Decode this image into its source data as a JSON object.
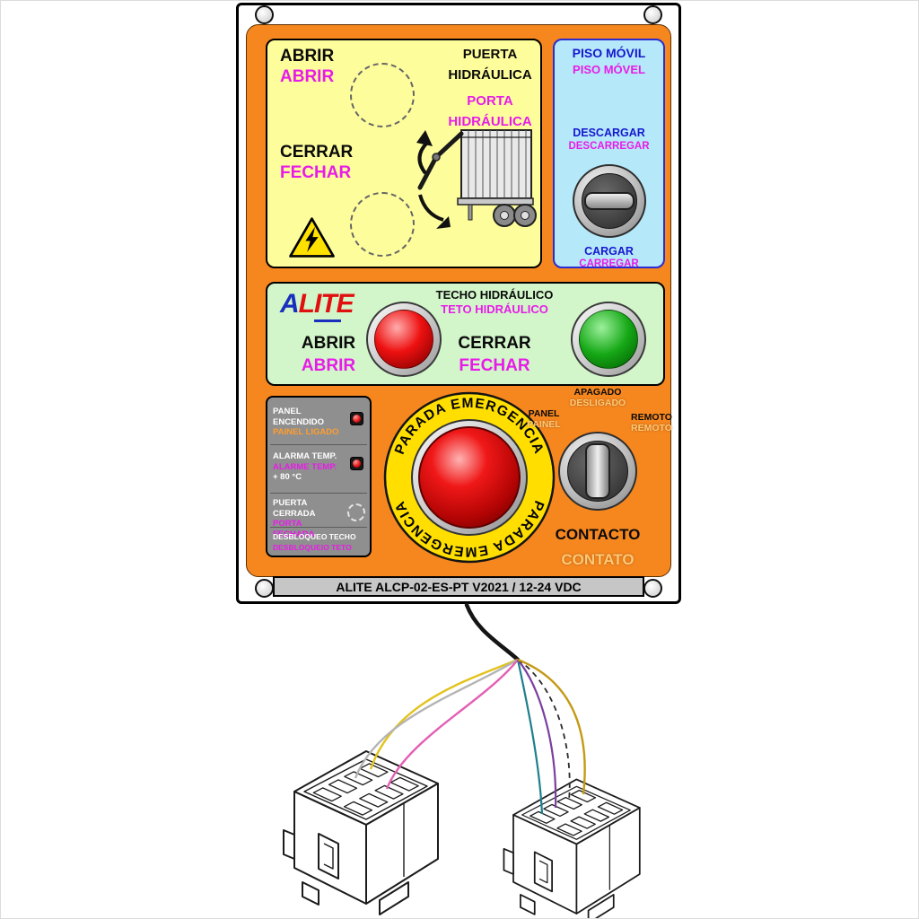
{
  "colors": {
    "panel_orange": "#F6871F",
    "door_box_yellow": "#FEFD9C",
    "floor_box_blue": "#B5E9F9",
    "roof_box_green": "#D2F6CA",
    "indicator_panel_gray": "#8F8F8F",
    "accent_magenta": "#E81CE8",
    "accent_blue": "#1717CF",
    "pt_orange": "#FF9D2E",
    "emergency_yellow": "#FFDE00",
    "stop_button_red": "#D80E0E",
    "go_button_green": "#16A816"
  },
  "panel": {
    "door": {
      "open_es": "ABRIR",
      "open_pt": "ABRIR",
      "close_es": "CERRAR",
      "close_pt": "FECHAR",
      "title_es_line1": "PUERTA",
      "title_es_line2": "HIDRÁULICA",
      "title_pt_line1": "PORTA",
      "title_pt_line2": "HIDRÁULICA"
    },
    "floor": {
      "title_es": "PISO MÓVIL",
      "title_pt": "PISO MÓVEL",
      "unload_es": "DESCARGAR",
      "unload_pt": "DESCARREGAR",
      "load_es": "CARGAR",
      "load_pt": "CARREGAR"
    },
    "roof": {
      "brand_a": "A",
      "brand_rest": "LITE",
      "title_es": "TECHO HIDRÁULICO",
      "title_pt": "TETO HIDRÁULICO",
      "open_es": "ABRIR",
      "open_pt": "ABRIR",
      "close_es": "CERRAR",
      "close_pt": "FECHAR"
    },
    "indicators": {
      "row1_es": "PANEL ENCENDIDO",
      "row1_pt": "PAINEL LIGADO",
      "row2_es": "ALARMA TEMP.",
      "row2_pt": "ALARME TEMP.",
      "row2_extra": "+ 80 °C",
      "row3_es": "PUERTA CERRADA",
      "row3_pt": "PORTA FECHADA",
      "row4_es": "DESBLOQUEO TECHO",
      "row4_pt": "DESBLOQUEIO TETO"
    },
    "emergency": {
      "ring_top": "PARADA EMERGENCIA",
      "ring_bottom": "PARADA EMERGENCIA"
    },
    "selector": {
      "off_es": "APAGADO",
      "off_pt": "DESLIGADO",
      "panel_es": "PANEL",
      "panel_pt": "PAINEL",
      "remote_es": "REMOTO",
      "remote_pt": "REMOTO",
      "title_es": "CONTACTO",
      "title_pt": "CONTATO"
    },
    "footer": "ALITE ALCP-02-ES-PT V2021 / 12-24 VDC"
  },
  "wiring": {
    "wire_colors": [
      "#E2C31C",
      "#B4B4B4",
      "#E35FB4",
      "#1E7F8C",
      "#7B3FA0",
      "#2A2A2A",
      "#C49A16"
    ]
  }
}
